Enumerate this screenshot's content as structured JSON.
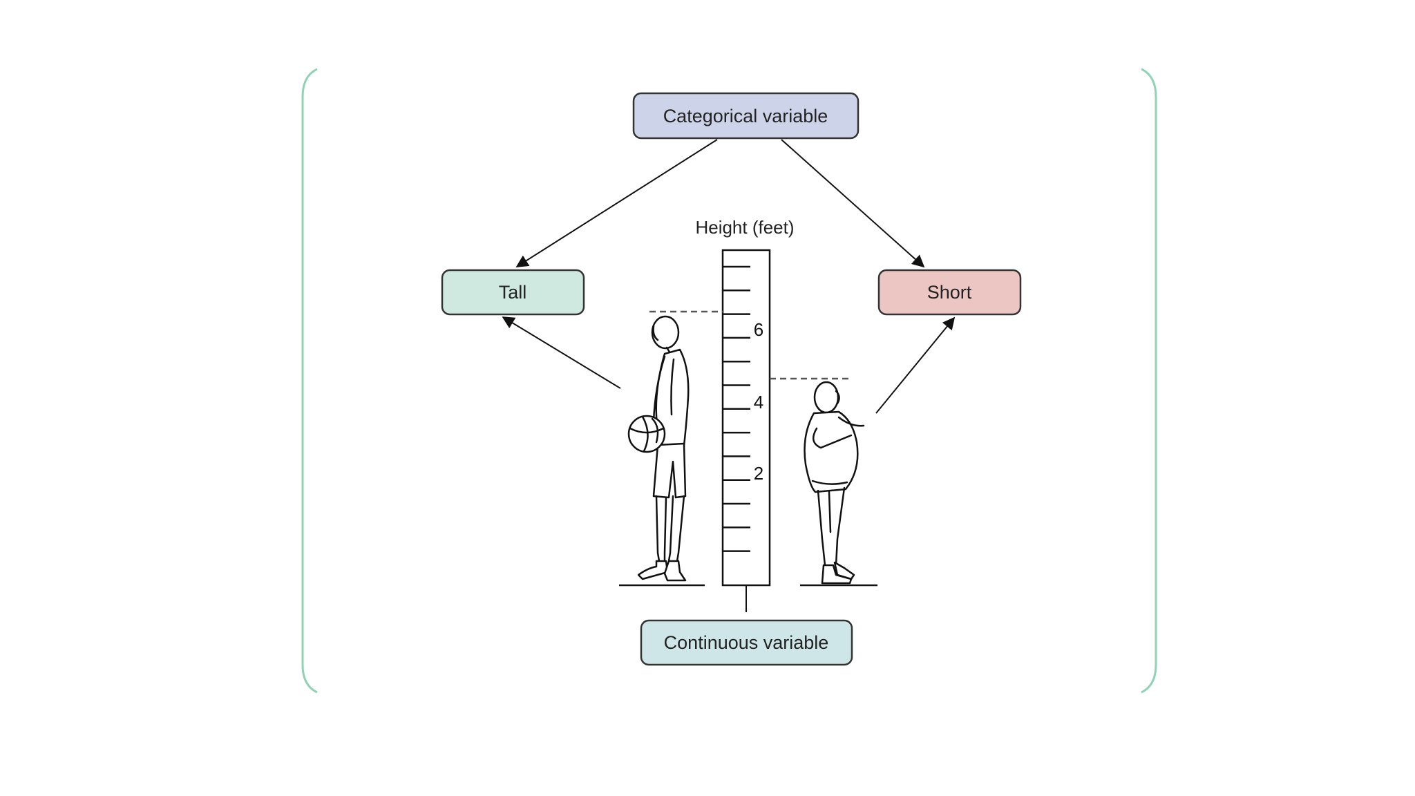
{
  "diagram": {
    "categorical_label": "Categorical variable",
    "tall_label": "Tall",
    "short_label": "Short",
    "continuous_label": "Continuous variable",
    "ruler": {
      "title": "Height (feet)",
      "tick_labels": [
        "6",
        "4",
        "2"
      ]
    },
    "colors": {
      "frame": "#8fd3b4",
      "categorical_fill": "#cdd3e8",
      "tall_fill": "#cfe9e0",
      "short_fill": "#ecc6c3",
      "continuous_fill": "#cfe6e8",
      "ink": "#111111"
    }
  }
}
